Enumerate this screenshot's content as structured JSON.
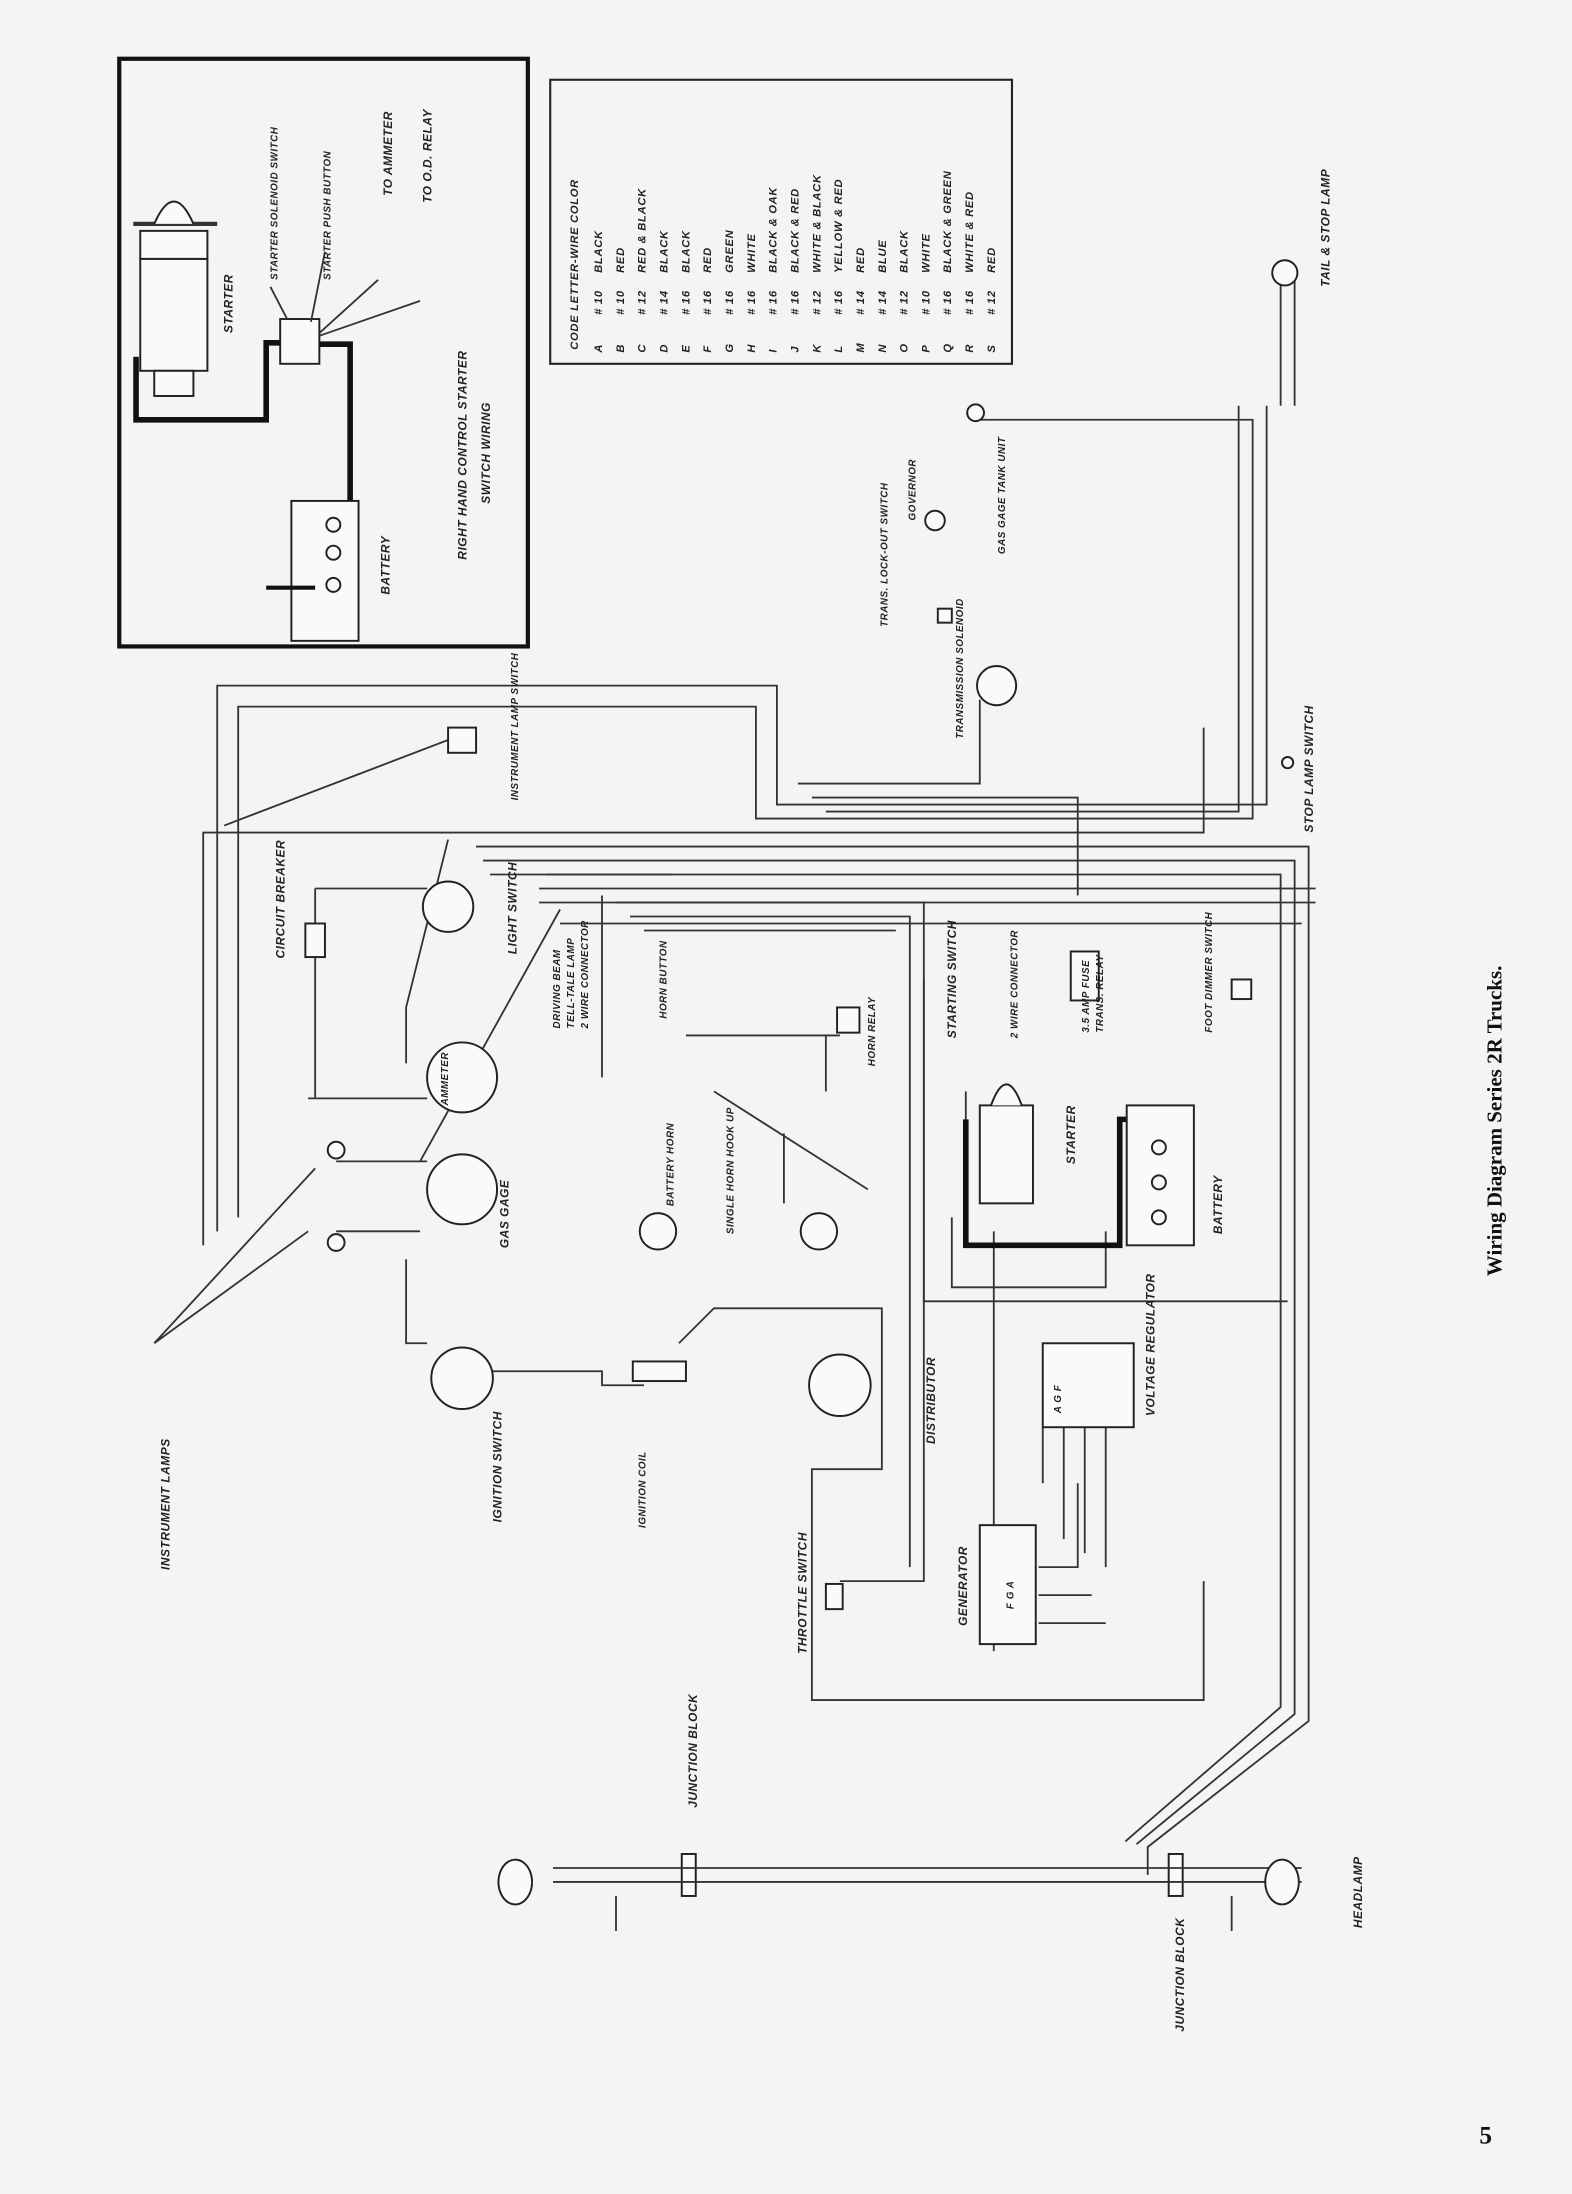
{
  "caption": "Wiring Diagram Series 2R Trucks.",
  "page_number": "5",
  "inset": {
    "title_line1": "RIGHT HAND CONTROL STARTER",
    "title_line2": "SWITCH WIRING",
    "starter": "STARTER",
    "solenoid": "STARTER SOLENOID SWITCH",
    "push_button": "STARTER PUSH BUTTON",
    "to_ammeter": "TO AMMETER",
    "to_od_relay": "TO O.D. RELAY",
    "battery": "BATTERY"
  },
  "code_table": {
    "header": "CODE LETTER-WIRE COLOR",
    "rows": [
      {
        "letter": "A",
        "gauge": "# 10",
        "color": "BLACK"
      },
      {
        "letter": "B",
        "gauge": "# 10",
        "color": "RED"
      },
      {
        "letter": "C",
        "gauge": "# 12",
        "color": "RED & BLACK"
      },
      {
        "letter": "D",
        "gauge": "# 14",
        "color": "BLACK"
      },
      {
        "letter": "E",
        "gauge": "# 16",
        "color": "BLACK"
      },
      {
        "letter": "F",
        "gauge": "# 16",
        "color": "RED"
      },
      {
        "letter": "G",
        "gauge": "# 16",
        "color": "GREEN"
      },
      {
        "letter": "H",
        "gauge": "# 16",
        "color": "WHITE"
      },
      {
        "letter": "I",
        "gauge": "# 16",
        "color": "BLACK & OAK"
      },
      {
        "letter": "J",
        "gauge": "# 16",
        "color": "BLACK & RED"
      },
      {
        "letter": "K",
        "gauge": "# 12",
        "color": "WHITE & BLACK"
      },
      {
        "letter": "L",
        "gauge": "# 16",
        "color": "YELLOW & RED"
      },
      {
        "letter": "M",
        "gauge": "# 14",
        "color": "RED"
      },
      {
        "letter": "N",
        "gauge": "# 14",
        "color": "BLUE"
      },
      {
        "letter": "O",
        "gauge": "# 12",
        "color": "BLACK"
      },
      {
        "letter": "P",
        "gauge": "# 10",
        "color": "WHITE"
      },
      {
        "letter": "Q",
        "gauge": "# 16",
        "color": "BLACK & GREEN"
      },
      {
        "letter": "R",
        "gauge": "# 16",
        "color": "WHITE & RED"
      },
      {
        "letter": "S",
        "gauge": "# 12",
        "color": "RED"
      }
    ]
  },
  "components": {
    "tail_stop_lamp": "TAIL & STOP LAMP",
    "governor": "GOVERNOR",
    "trans_lockout": "TRANS. LOCK-OUT SWITCH",
    "gas_gage_tank": "GAS GAGE TANK UNIT",
    "trans_solenoid": "TRANSMISSION SOLENOID",
    "stop_lamp_switch": "STOP LAMP SWITCH",
    "instrument_lamp_switch": "INSTRUMENT LAMP SWITCH",
    "circuit_breaker": "CIRCUIT BREAKER",
    "light_switch": "LIGHT SWITCH",
    "driving_beam": "DRIVING BEAM",
    "tell_tale": "TELL-TALE LAMP",
    "two_wire_conn_a": "2 WIRE CONNECTOR",
    "horn_button": "HORN BUTTON",
    "horn_relay": "HORN RELAY",
    "starting_switch": "STARTING SWITCH",
    "two_wire_conn_b": "2 WIRE CONNECTOR",
    "fuse": "3.5 AMP FUSE",
    "trans_relay": "TRANS. RELAY",
    "foot_dimmer": "FOOT DIMMER SWITCH",
    "starter": "STARTER",
    "battery": "BATTERY",
    "battery_horn": "BATTERY HORN",
    "single_horn": "SINGLE HORN HOOK UP",
    "gas_gage": "GAS GAGE",
    "voltage_regulator": "VOLTAGE REGULATOR",
    "distributor": "DISTRIBUTOR",
    "instrument_lamps": "INSTRUMENT LAMPS",
    "ignition_switch": "IGNITION SWITCH",
    "ignition_coil": "IGNITION COIL",
    "throttle_switch": "THROTTLE SWITCH",
    "generator": "GENERATOR",
    "junction_block_left": "JUNCTION BLOCK",
    "junction_block_right": "JUNCTION BLOCK",
    "headlamp": "HEADLAMP",
    "ammeter_face": "AMMETER",
    "gen_terminals": "F G A",
    "reg_terminals": "A G F"
  }
}
